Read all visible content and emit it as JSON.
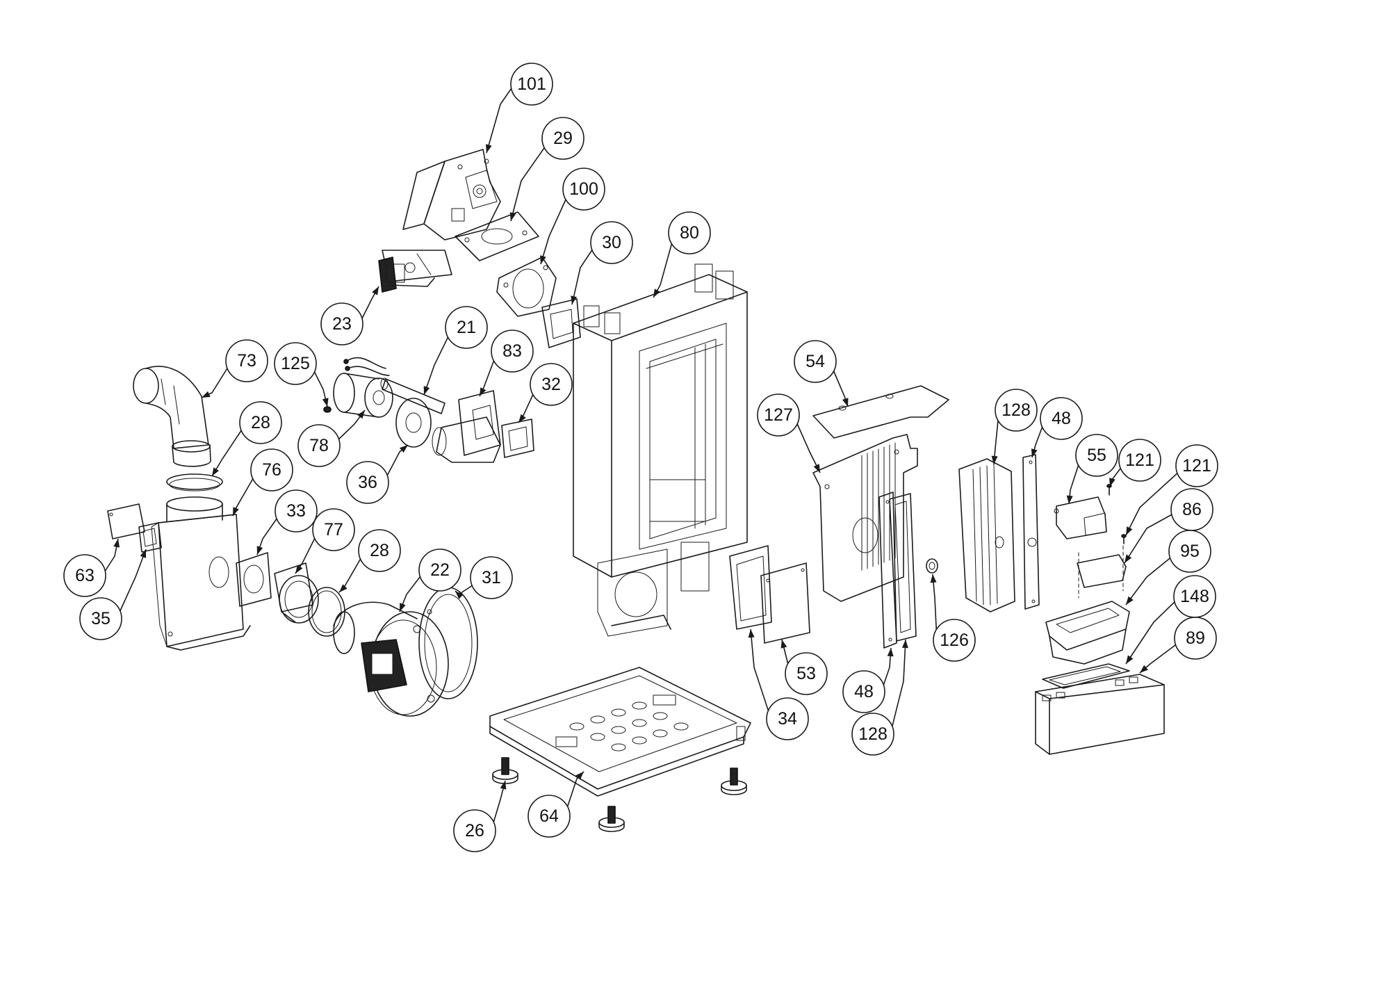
{
  "callouts": [
    {
      "id": "101",
      "label": "101"
    },
    {
      "id": "29",
      "label": "29"
    },
    {
      "id": "100",
      "label": "100"
    },
    {
      "id": "30",
      "label": "30"
    },
    {
      "id": "80",
      "label": "80"
    },
    {
      "id": "23",
      "label": "23"
    },
    {
      "id": "21",
      "label": "21"
    },
    {
      "id": "73",
      "label": "73"
    },
    {
      "id": "125",
      "label": "125"
    },
    {
      "id": "83",
      "label": "83"
    },
    {
      "id": "32",
      "label": "32"
    },
    {
      "id": "78",
      "label": "78"
    },
    {
      "id": "36",
      "label": "36"
    },
    {
      "id": "28a",
      "label": "28"
    },
    {
      "id": "76",
      "label": "76"
    },
    {
      "id": "33",
      "label": "33"
    },
    {
      "id": "77",
      "label": "77"
    },
    {
      "id": "28b",
      "label": "28"
    },
    {
      "id": "22",
      "label": "22"
    },
    {
      "id": "31",
      "label": "31"
    },
    {
      "id": "63",
      "label": "63"
    },
    {
      "id": "35",
      "label": "35"
    },
    {
      "id": "54",
      "label": "54"
    },
    {
      "id": "127",
      "label": "127"
    },
    {
      "id": "128a",
      "label": "128"
    },
    {
      "id": "48a",
      "label": "48"
    },
    {
      "id": "55",
      "label": "55"
    },
    {
      "id": "121a",
      "label": "121"
    },
    {
      "id": "121b",
      "label": "121"
    },
    {
      "id": "86",
      "label": "86"
    },
    {
      "id": "95",
      "label": "95"
    },
    {
      "id": "148",
      "label": "148"
    },
    {
      "id": "89",
      "label": "89"
    },
    {
      "id": "53",
      "label": "53"
    },
    {
      "id": "34",
      "label": "34"
    },
    {
      "id": "126",
      "label": "126"
    },
    {
      "id": "48b",
      "label": "48"
    },
    {
      "id": "128b",
      "label": "128"
    },
    {
      "id": "26",
      "label": "26"
    },
    {
      "id": "64",
      "label": "64"
    }
  ]
}
